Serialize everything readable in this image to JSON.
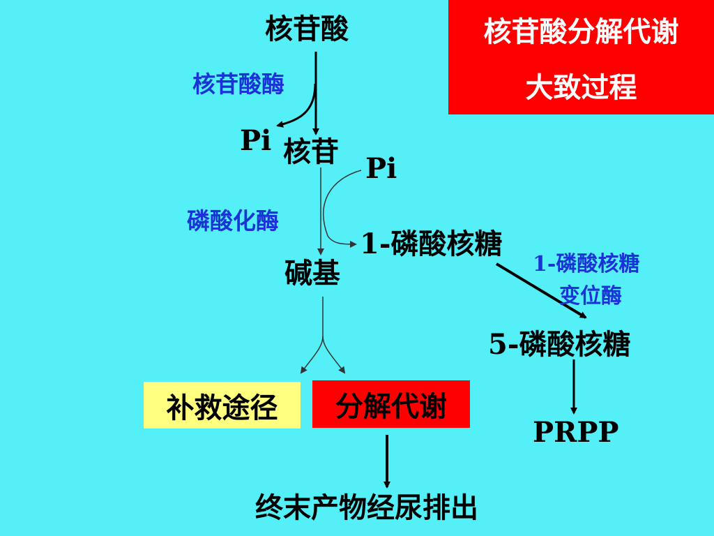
{
  "title": {
    "line1": "核苷酸分解代谢",
    "line2": "大致过程"
  },
  "nodes": {
    "nucleotide": "核苷酸",
    "nucleoside": "核苷",
    "base": "碱基",
    "ribose_1_phosphate": "1-磷酸核糖",
    "ribose_5_phosphate": "5-磷酸核糖",
    "prpp": "PRPP",
    "salvage": "补救途径",
    "catabolism": "分解代谢",
    "end_product": "终末产物经尿排出"
  },
  "labels": {
    "pi_released": "Pi",
    "pi_consumed": "Pi"
  },
  "enzymes": {
    "nucleotidase": "核苷酸酶",
    "phosphorylase": "磷酸化酶",
    "mutase_line1": "1-磷酸核糖",
    "mutase_line2": "变位酶"
  },
  "colors": {
    "background": "#55f0f7",
    "title_box": "#ff0000",
    "title_text": "#ffffff",
    "enzyme_text": "#1a33d6",
    "salvage_box": "#ffff80",
    "catabolism_box": "#ff0000"
  }
}
